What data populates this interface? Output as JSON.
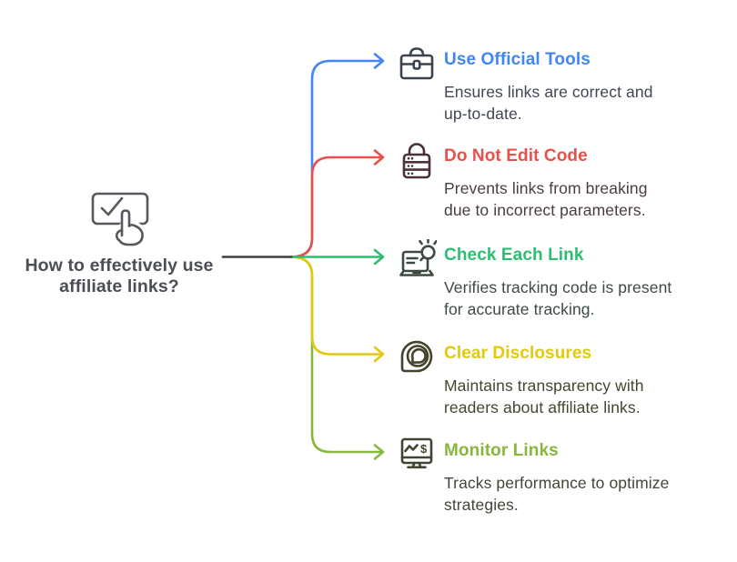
{
  "central": {
    "title_line1": "How to effectively use",
    "title_line2": "affiliate links?",
    "icon": "tap-checkbox-icon",
    "text_color": "#4b4f55",
    "icon_color": "#55585d"
  },
  "trunk_color": "#3c4043",
  "items": [
    {
      "title": "Use Official Tools",
      "desc_line1": "Ensures links are correct and",
      "desc_line2": "up-to-date.",
      "icon": "toolbox-icon",
      "color": "#4285f4",
      "desc_color": "#3f4754",
      "icon_color": "#3a4250"
    },
    {
      "title": "Do Not Edit Code",
      "desc_line1": "Prevents links from breaking",
      "desc_line2": "due to incorrect parameters.",
      "icon": "lock-server-icon",
      "color": "#e8514b",
      "desc_color": "#4a3d3f",
      "icon_color": "#4a3136"
    },
    {
      "title": "Check Each Link",
      "desc_line1": "Verifies tracking code is present",
      "desc_line2": "for accurate tracking.",
      "icon": "laptop-search-icon",
      "color": "#2ebe71",
      "desc_color": "#3e4a44",
      "icon_color": "#3d4a41"
    },
    {
      "title": "Clear Disclosures",
      "desc_line1": "Maintains transparency with",
      "desc_line2": "readers about affiliate links.",
      "icon": "speech-bubble-icon",
      "color": "#e2c80e",
      "desc_color": "#46452e",
      "icon_color": "#44422b"
    },
    {
      "title": "Monitor Links",
      "desc_line1": "Tracks performance to optimize",
      "desc_line2": "strategies.",
      "icon": "monitor-chart-icon",
      "color": "#87b73d",
      "desc_color": "#414836",
      "icon_color": "#3f4733"
    }
  ]
}
